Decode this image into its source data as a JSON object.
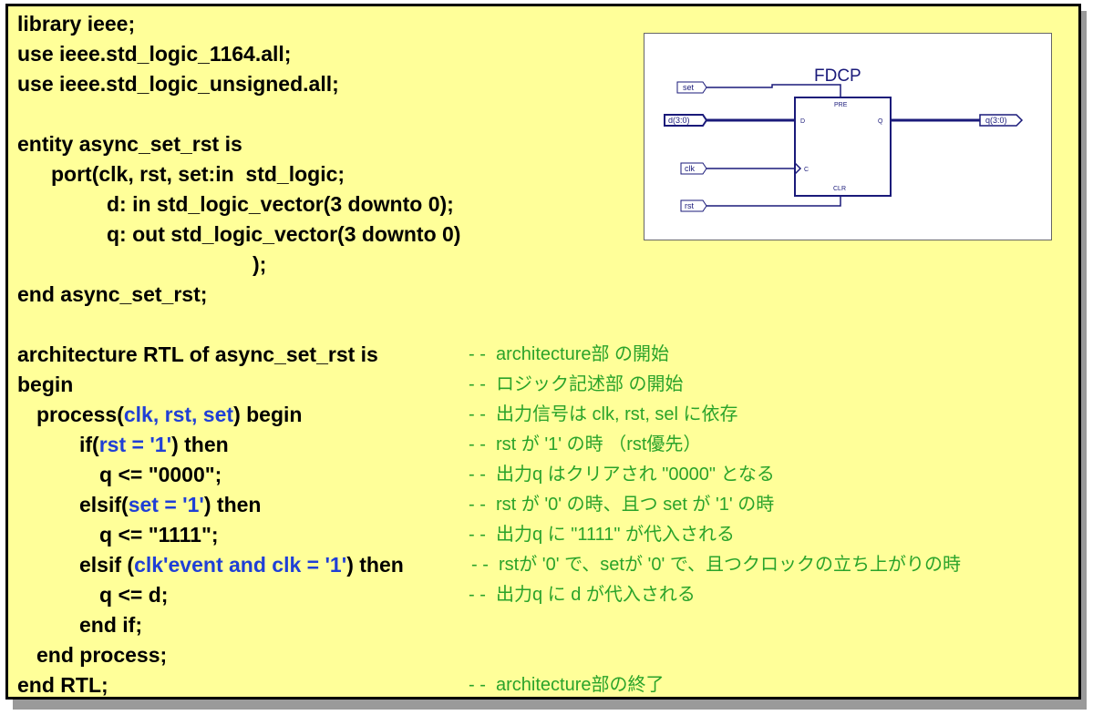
{
  "code": {
    "l1": "library ieee;",
    "l2": "use ieee.std_logic_1164.all;",
    "l3": "use ieee.std_logic_unsigned.all;",
    "l4": "entity async_set_rst is",
    "l5": "port(clk, rst, set:in  std_logic;",
    "l6": "d: in std_logic_vector(3 downto 0);",
    "l7": "q: out std_logic_vector(3 downto 0)",
    "l8": ");",
    "l9": "end async_set_rst;",
    "l10": "architecture RTL of async_set_rst is",
    "l11": "begin",
    "l12a": "process(",
    "l12b": "clk, rst, set",
    "l12c": ") begin",
    "l13a": "if(",
    "l13b": "rst = '1'",
    "l13c": ") then",
    "l14": "q <= \"0000\";",
    "l15a": "elsif(",
    "l15b": "set = '1'",
    "l15c": ") then",
    "l16": "q <= \"1111\";",
    "l17a": "elsif (",
    "l17b": "clk'event and clk = '1'",
    "l17c": ") then",
    "l18": "q <= d;",
    "l19": "end if;",
    "l20": "end process;",
    "l21": "end RTL;"
  },
  "comments": {
    "c10": "- -  architecture部 の開始",
    "c11": "- -  ロジック記述部 の開始",
    "c12": "- -  出力信号は clk, rst, sel に依存",
    "c13": "- -  rst が '1' の時 （rst優先）",
    "c14": "- -  出力q はクリアされ \"0000\" となる",
    "c15": "- -  rst が '0' の時、且つ set が '1' の時",
    "c16": "- -  出力q に \"1111\" が代入される",
    "c17": "- -  rstが '0' で、setが '0' で、且つクロックの立ち上がりの時",
    "c18": "- -  出力q に d が代入される",
    "c21": "- -  architecture部の終了"
  },
  "diagram": {
    "title": "FDCP",
    "pin_pre": "PRE",
    "pin_clr": "CLR",
    "pin_d": "D",
    "pin_q": "Q",
    "pin_c": "C",
    "port_set": "set",
    "port_d": "d(3:0)",
    "port_clk": "clk",
    "port_rst": "rst",
    "port_q": "q(3:0)"
  },
  "colors": {
    "background": "#ffff99",
    "keyword": "#1f3fd6",
    "comment": "#2aa32a",
    "diagram_line": "#1a1a7a"
  }
}
